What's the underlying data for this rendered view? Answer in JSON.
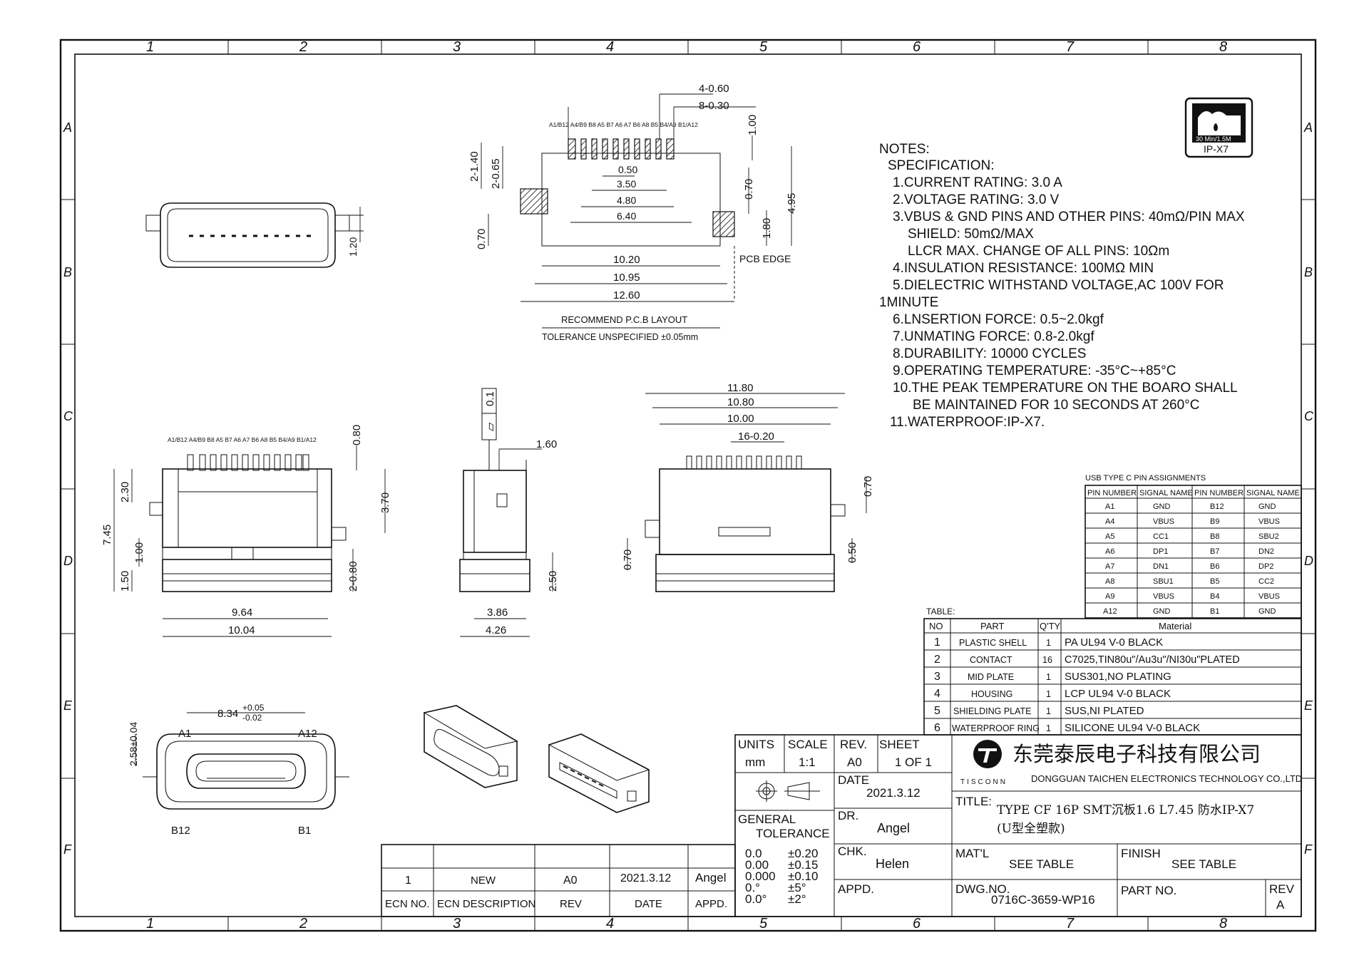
{
  "frame": {
    "cols_top": [
      "1",
      "2",
      "3",
      "4",
      "5",
      "6",
      "7",
      "8"
    ],
    "rows": [
      "A",
      "B",
      "C",
      "D",
      "E",
      "F"
    ]
  },
  "pcb_layout": {
    "pin_labels": "A1/B12 A4/B9 B8 A5 B7 A6 A7 B6 A8 B5 B4/A9 B1/A12",
    "dims": {
      "d_4_060": "4-0.60",
      "d_8_030": "8-0.30",
      "d_100": "1.00",
      "d_2_140": "2-1.40",
      "d_2_065": "2-0.65",
      "d_050": "0.50",
      "d_350": "3.50",
      "d_480": "4.80",
      "d_640": "6.40",
      "d_070a": "0.70",
      "d_495": "4.95",
      "d_180": "1.80",
      "d_070b": "0.70",
      "d_1020": "10.20",
      "d_1095": "10.95",
      "d_1260": "12.60"
    },
    "pcb_edge": "PCB EDGE",
    "caption": "RECOMMEND P.C.B LAYOUT",
    "tolerance": "TOLERANCE UNSPECIFIED ±0.05mm"
  },
  "top_view": {
    "dim_120": "1.20"
  },
  "bottom_view": {
    "pin_labels": "A1/B12 A4/B9 B8 A5 B7 A6 A7 B6 A8 B5 B4/A9 B1/A12",
    "d_080": "0.80",
    "d_230": "2.30",
    "d_370": "3.70",
    "d_745": "7.45",
    "d_100": "1.00",
    "d_2_080": "2-0.80",
    "d_150": "1.50",
    "d_964": "9.64",
    "d_1004": "10.04"
  },
  "side_view": {
    "flat_val": "0.1",
    "flat_sym": "▱",
    "d_160": "1.60",
    "d_250": "2.50",
    "d_386": "3.86",
    "d_426": "4.26"
  },
  "back_view": {
    "d_1180": "11.80",
    "d_1080": "10.80",
    "d_1000": "10.00",
    "d_16_020": "16-0.20",
    "d_070a": "0.70",
    "d_050": "0.50",
    "d_070b": "0.70"
  },
  "front_view": {
    "d_834": "8.34",
    "tol_plus": "+0.05",
    "tol_minus": "-0.02",
    "d_258": "2.58±0.04",
    "a1": "A1",
    "a12": "A12",
    "b12": "B12",
    "b1": "B1"
  },
  "ip_badge": {
    "depth": "30 Min/1.5M",
    "rating": "IP-X7"
  },
  "notes": [
    "NOTES:",
    "SPECIFICATION:",
    "1.CURRENT RATING: 3.0 A",
    "2.VOLTAGE RATING: 3.0 V",
    "3.VBUS & GND PINS AND OTHER PINS: 40mΩ/PIN MAX",
    "SHIELD: 50mΩ/MAX",
    "LLCR MAX. CHANGE OF ALL PINS: 10Ωm",
    "4.INSULATION RESISTANCE:  100MΩ MIN",
    "5.DIELECTRIC WITHSTAND VOLTAGE,AC 100V FOR",
    "1MINUTE",
    "6.LNSERTION FORCE: 0.5~2.0kgf",
    "7.UNMATING FORCE: 0.8-2.0kgf",
    "8.DURABILITY: 10000 CYCLES",
    "9.OPERATING TEMPERATURE: -35°C~+85°C",
    "10.THE PEAK TEMPERATURE ON THE BOARO SHALL",
    "BE MAINTAINED FOR 10 SECONDS AT 260°C",
    "11.WATERPROOF:IP-X7."
  ],
  "pin_table": {
    "title": "USB TYPE C PIN ASSIGNMENTS",
    "headers": [
      "PIN NUMBER",
      "SIGNAL NAME",
      "PIN NUMBER",
      "SIGNAL NAME"
    ],
    "rows": [
      [
        "A1",
        "GND",
        "B12",
        "GND"
      ],
      [
        "A4",
        "VBUS",
        "B9",
        "VBUS"
      ],
      [
        "A5",
        "CC1",
        "B8",
        "SBU2"
      ],
      [
        "A6",
        "DP1",
        "B7",
        "DN2"
      ],
      [
        "A7",
        "DN1",
        "B6",
        "DP2"
      ],
      [
        "A8",
        "SBU1",
        "B5",
        "CC2"
      ],
      [
        "A9",
        "VBUS",
        "B4",
        "VBUS"
      ],
      [
        "A12",
        "GND",
        "B1",
        "GND"
      ]
    ]
  },
  "parts_table": {
    "title": "TABLE:",
    "headers": [
      "NO",
      "PART",
      "Q'TY",
      "Material"
    ],
    "rows": [
      [
        "1",
        "PLASTIC SHELL",
        "1",
        "PA UL94 V-0 BLACK"
      ],
      [
        "2",
        "CONTACT",
        "16",
        "C7025,TIN80u\"/Au3u\"/NI30u\"PLATED"
      ],
      [
        "3",
        "MID PLATE",
        "1",
        "SUS301,NO PLATING"
      ],
      [
        "4",
        "HOUSING",
        "1",
        "LCP UL94 V-0 BLACK"
      ],
      [
        "5",
        "SHIELDING PLATE",
        "1",
        "SUS,NI PLATED"
      ],
      [
        "6",
        "WATERPROOF RING",
        "1",
        "SILICONE UL94 V-0 BLACK"
      ]
    ]
  },
  "title_block": {
    "units_label": "UNITS",
    "units_value": "mm",
    "scale_label": "SCALE",
    "scale_value": "1:1",
    "rev_label": "REV.",
    "rev_value": "A0",
    "sheet_label": "SHEET",
    "sheet_value": "1 OF 1",
    "date_label": "DATE",
    "date_value": "2021.3.12",
    "general": "GENERAL",
    "tolerance": "TOLERANCE",
    "tol_rows": [
      [
        "0.0",
        "±0.20"
      ],
      [
        "0.00",
        "±0.15"
      ],
      [
        "0.000",
        "±0.10"
      ],
      [
        "0.°",
        "±5°"
      ],
      [
        "0.0°",
        "±2°"
      ]
    ],
    "dr_label": "DR.",
    "dr_value": "Angel",
    "chk_label": "CHK.",
    "chk_value": "Helen",
    "appd_label": "APPD.",
    "company_cn": "东莞泰辰电子科技有限公司",
    "company_en": "DONGGUAN TAICHEN ELECTRONICS TECHNOLOGY CO.,LTD",
    "logo_text": "TISCONN",
    "title_label": "TITLE:",
    "title_value": "TYPE CF 16P SMT沉板1.6 L7.45 防水IP-X7",
    "title_value2": "(U型全塑款)",
    "matl_label": "MAT'L",
    "matl_value": "SEE TABLE",
    "finish_label": "FINISH",
    "finish_value": "SEE TABLE",
    "dwg_label": "DWG.NO.",
    "dwg_value": "0716C-3659-WP16",
    "part_label": "PART NO.",
    "rev2_label": "REV",
    "rev2_value": "A"
  },
  "ecn_table": {
    "row": [
      "1",
      "NEW",
      "A0",
      "2021.3.12",
      "Angel"
    ],
    "headers": [
      "ECN NO.",
      "ECN DESCRIPTION",
      "REV",
      "DATE",
      "APPD."
    ]
  }
}
